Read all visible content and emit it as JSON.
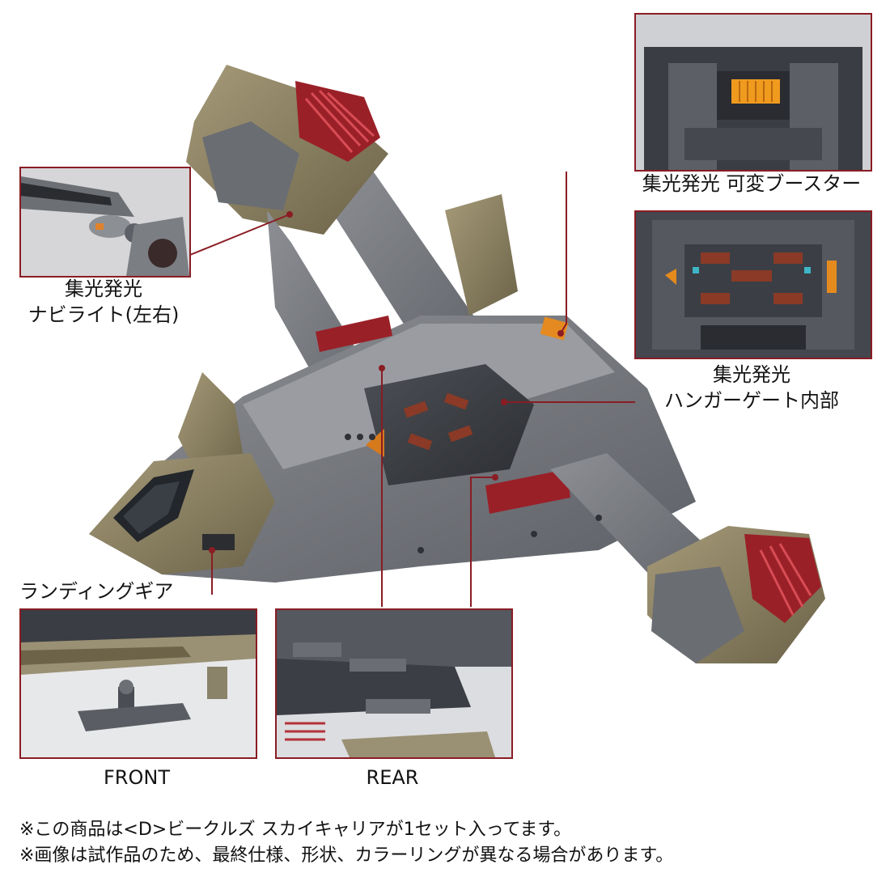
{
  "accent_color": "#8a1c24",
  "callouts": {
    "booster": "集光発光 可変ブースター",
    "navi_line1": "集光発光",
    "navi_line2": "ナビライト(左右)",
    "hangar_line1": "集光発光",
    "hangar_line2": "ハンガーゲート内部",
    "landing_gear": "ランディングギア"
  },
  "captions": {
    "front": "FRONT",
    "rear": "REAR"
  },
  "notes": [
    "※この商品は<D>ビークルズ スカイキャリアが1セット入ってます。",
    "※画像は試作品のため、最終仕様、形状、カラーリングが異なる場合があります。"
  ]
}
